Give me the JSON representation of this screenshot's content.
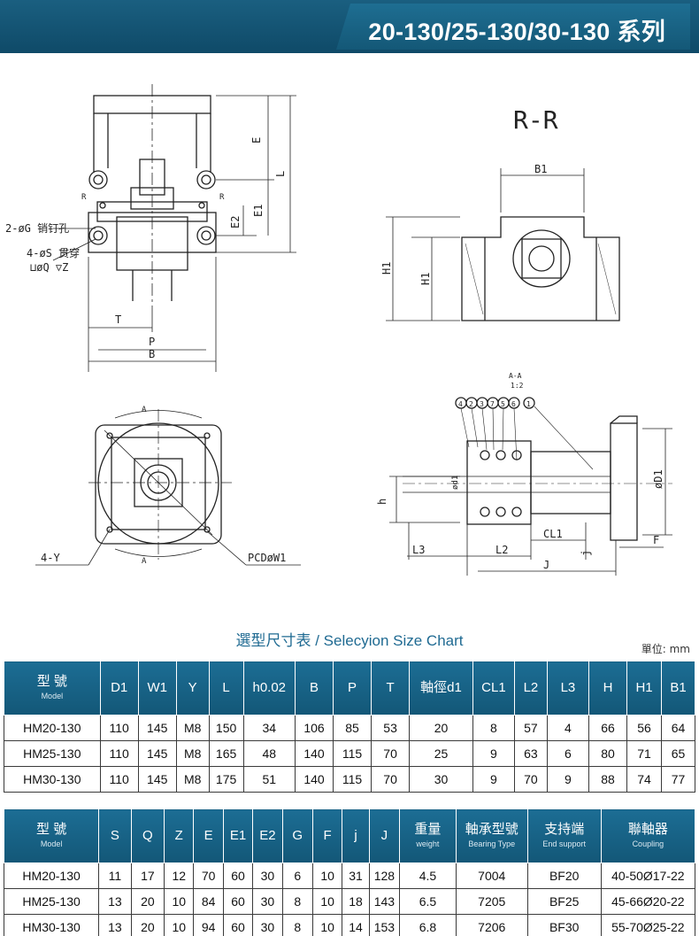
{
  "header": {
    "series_title": "20-130/25-130/30-130 系列"
  },
  "drawing": {
    "labels": {
      "E": "E",
      "L": "L",
      "E1": "E1",
      "E2": "E2",
      "pin_hole": "2-øG 销钉孔",
      "through_hole": "4-øS 贯穿",
      "counterbore": "⊔øQ ▽Z",
      "T": "T",
      "P": "P",
      "B": "B",
      "R_left": "R",
      "R_right": "R",
      "section_title": "R-R",
      "B1": "B1",
      "H1_outer": "H1",
      "H1_inner": "H1",
      "aa_title": "A-A",
      "aa_scale": "1:2",
      "balloons": [
        "4",
        "2",
        "3",
        "7",
        "5",
        "6",
        "1"
      ],
      "d1": "ød1",
      "h": "h",
      "D1": "øD1",
      "CL1": "CL1",
      "F": "F",
      "L3": "L3",
      "L2": "L2",
      "j": "j",
      "J": "J",
      "A_top": "A",
      "A_bottom": "A",
      "four_Y": "4-Y",
      "pcd": "PCDøW1"
    }
  },
  "size_chart": {
    "title": "選型尺寸表 / Selecyion Size Chart",
    "unit": "單位: mm",
    "table1": {
      "model_header": "型  號",
      "model_header_en": "Model",
      "headers": [
        "D1",
        "W1",
        "Y",
        "L",
        "h0.02",
        "B",
        "P",
        "T",
        "軸徑d1",
        "CL1",
        "L2",
        "L3",
        "H",
        "H1",
        "B1"
      ],
      "rows": [
        [
          "HM20-130",
          "110",
          "145",
          "M8",
          "150",
          "34",
          "106",
          "85",
          "53",
          "20",
          "8",
          "57",
          "4",
          "66",
          "56",
          "64"
        ],
        [
          "HM25-130",
          "110",
          "145",
          "M8",
          "165",
          "48",
          "140",
          "115",
          "70",
          "25",
          "9",
          "63",
          "6",
          "80",
          "71",
          "65"
        ],
        [
          "HM30-130",
          "110",
          "145",
          "M8",
          "175",
          "51",
          "140",
          "115",
          "70",
          "30",
          "9",
          "70",
          "9",
          "88",
          "74",
          "77"
        ]
      ]
    },
    "table2": {
      "model_header": "型  號",
      "model_header_en": "Model",
      "headers": [
        "S",
        "Q",
        "Z",
        "E",
        "E1",
        "E2",
        "G",
        "F",
        "j",
        "J"
      ],
      "extra_headers": [
        {
          "zh": "重量",
          "en": "weight"
        },
        {
          "zh": "軸承型號",
          "en": "Bearing Type"
        },
        {
          "zh": "支持端",
          "en": "End support"
        },
        {
          "zh": "聯軸器",
          "en": "Coupling"
        }
      ],
      "rows": [
        [
          "HM20-130",
          "11",
          "17",
          "12",
          "70",
          "60",
          "30",
          "6",
          "10",
          "31",
          "128",
          "4.5",
          "7004",
          "BF20",
          "40-50Ø17-22"
        ],
        [
          "HM25-130",
          "13",
          "20",
          "10",
          "84",
          "60",
          "30",
          "8",
          "10",
          "18",
          "143",
          "6.5",
          "7205",
          "BF25",
          "45-66Ø20-22"
        ],
        [
          "HM30-130",
          "13",
          "20",
          "10",
          "94",
          "60",
          "30",
          "8",
          "10",
          "14",
          "153",
          "6.8",
          "7206",
          "BF30",
          "55-70Ø25-22"
        ]
      ]
    }
  }
}
